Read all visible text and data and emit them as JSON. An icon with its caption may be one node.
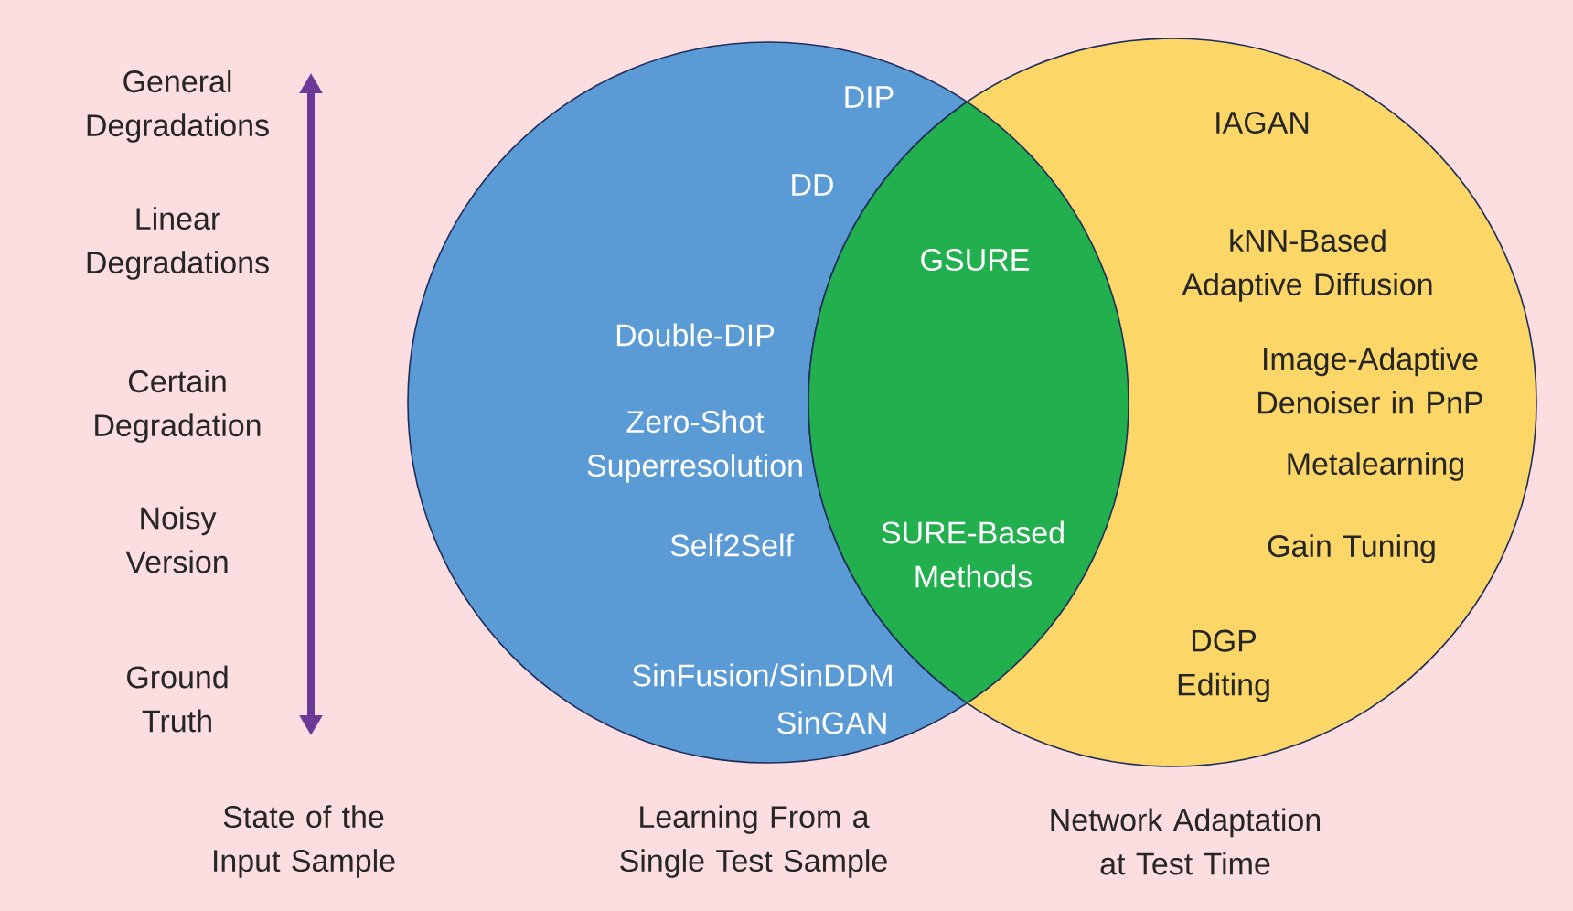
{
  "diagram": {
    "nodes": [
      {
        "text": [
          "Learning From a Single Test Sample"
        ]
      },
      {
        "text": [
          "Network Adaptation at Test Time"
        ]
      }
    ],
    "labels": [
      "General Degradations",
      "Linear Degradations",
      "Certain Degradation",
      "Noisy Version",
      "Ground Truth",
      "DIP",
      "DD",
      "Double-DIP",
      "Zero-Shot Superresolution",
      "Self2Self",
      "SinFusion/SinDDM",
      "SinGAN",
      "GSURE",
      "SURE-Based Methods",
      "IAGAN",
      "kNN-Based Adaptive Diffusion",
      "Image-Adaptive Denoiser in PnP",
      "Metalearning",
      "Gain Tuning",
      "DGP Editing",
      "State of the Input Sample"
    ]
  }
}
